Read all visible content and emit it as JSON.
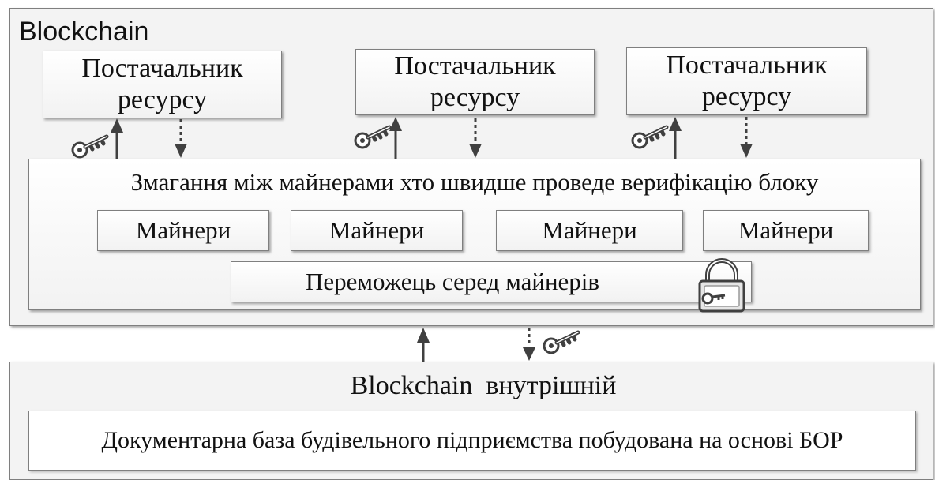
{
  "outer": {
    "title": "Blockchain"
  },
  "providers": [
    {
      "label": "Постачальник ресурсу"
    },
    {
      "label": "Постачальник ресурсу"
    },
    {
      "label": "Постачальник ресурсу"
    }
  ],
  "competition": {
    "title": "Змагання між майнерами хто швидше проведе верифікацію блоку",
    "miners": [
      "Майнери",
      "Майнери",
      "Майнери",
      "Майнери"
    ],
    "winner": "Переможець серед майнерів"
  },
  "internal": {
    "title": "Blockchain  внутрішній",
    "base": "Документарна база будівельного підприємства побудована на основі БОР"
  },
  "icons": {
    "key": "key-icon",
    "lock": "padlock-icon"
  },
  "colors": {
    "border": "#7f7f7f",
    "arrow": "#404040"
  }
}
